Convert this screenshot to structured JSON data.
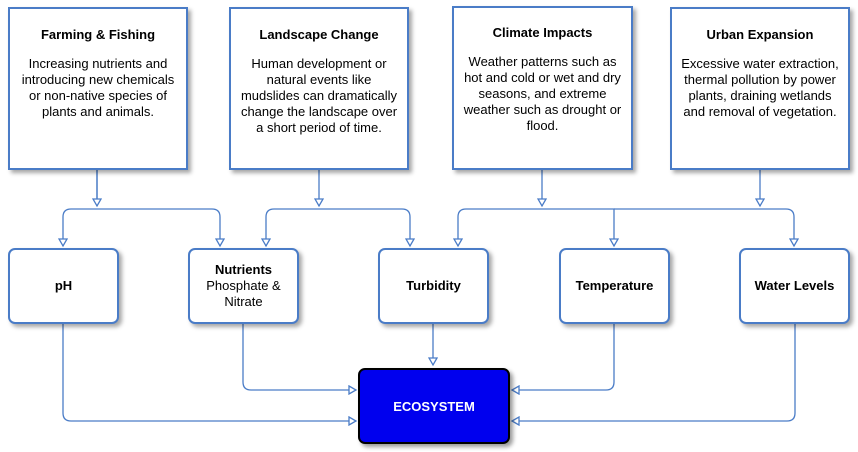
{
  "colors": {
    "accent": "#4a7cc7",
    "ecosystem_fill": "#0000ee"
  },
  "sources": [
    {
      "title": "Farming & Fishing",
      "desc": "Increasing nutrients and introducing new chemicals or non-native species of plants and animals."
    },
    {
      "title": "Landscape Change",
      "desc": "Human development or natural events like mudslides can dramatically change the landscape over a short period of time."
    },
    {
      "title": "Climate Impacts",
      "desc": "Weather patterns such as hot and cold or wet and dry seasons, and extreme weather such as drought or flood."
    },
    {
      "title": "Urban Expansion",
      "desc": "Excessive water extraction, thermal pollution by power plants, draining wetlands and removal of vegetation."
    }
  ],
  "factors": [
    {
      "label": "pH",
      "sub": ""
    },
    {
      "label": "Nutrients",
      "sub": "Phosphate & Nitrate"
    },
    {
      "label": "Turbidity",
      "sub": ""
    },
    {
      "label": "Temperature",
      "sub": ""
    },
    {
      "label": "Water Levels",
      "sub": ""
    }
  ],
  "ecosystem": {
    "label": "ECOSYSTEM"
  }
}
